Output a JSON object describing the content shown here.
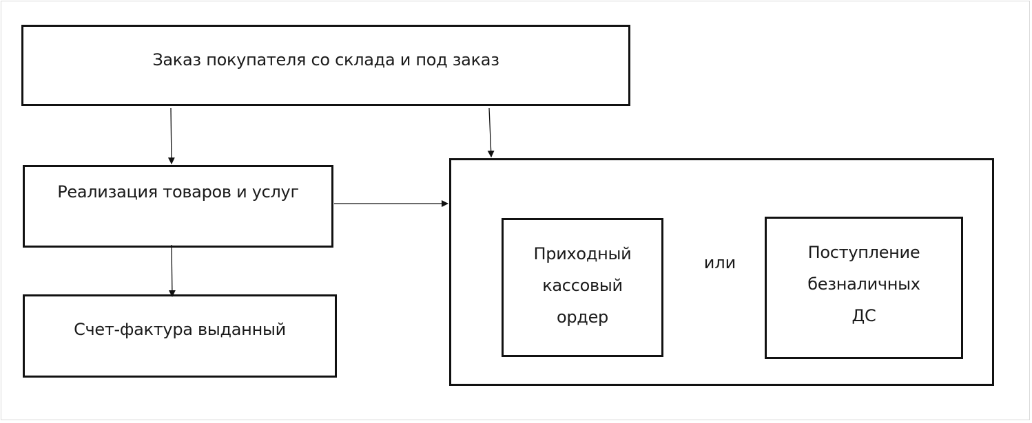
{
  "diagram": {
    "nodes": {
      "customer_order": "Заказ покупателя со склада и под заказ",
      "sales": "Реализация товаров и услуг",
      "invoice": "Счет-фактура выданный",
      "payment_group": "",
      "cash_receipt_lines": [
        "Приходный",
        "кассовый",
        "ордер"
      ],
      "bank_receipt_lines": [
        "Поступление",
        "безналичных",
        "ДС"
      ]
    },
    "connector_label": "или",
    "edges": [
      {
        "from": "customer_order",
        "to": "sales"
      },
      {
        "from": "customer_order",
        "to": "payment_group"
      },
      {
        "from": "sales",
        "to": "payment_group"
      },
      {
        "from": "sales",
        "to": "invoice"
      }
    ],
    "colors": {
      "stroke": "#111111",
      "frame": "#d9d9d9",
      "background": "#ffffff"
    }
  }
}
